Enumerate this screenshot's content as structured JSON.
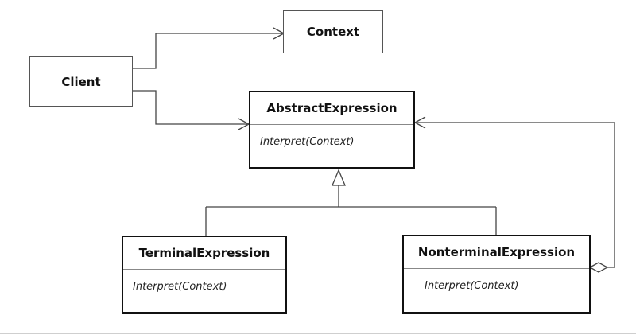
{
  "diagram": {
    "nodes": {
      "client": {
        "label": "Client"
      },
      "context": {
        "label": "Context"
      },
      "abstract_expression": {
        "name": "AbstractExpression",
        "operation": "Interpret(Context)"
      },
      "terminal_expression": {
        "name": "TerminalExpression",
        "operation": "Interpret(Context)"
      },
      "nonterminal_expression": {
        "name": "NonterminalExpression",
        "operation": "Interpret(Context)"
      }
    },
    "relationships": [
      {
        "from": "client",
        "to": "context",
        "kind": "association"
      },
      {
        "from": "client",
        "to": "abstract_expression",
        "kind": "association"
      },
      {
        "from": "terminal_expression",
        "to": "abstract_expression",
        "kind": "inheritance"
      },
      {
        "from": "nonterminal_expression",
        "to": "abstract_expression",
        "kind": "inheritance"
      },
      {
        "from": "nonterminal_expression",
        "to": "abstract_expression",
        "kind": "aggregation"
      }
    ],
    "colors": {
      "line": "#444444",
      "box_border": "#111111",
      "background": "#ffffff"
    }
  }
}
